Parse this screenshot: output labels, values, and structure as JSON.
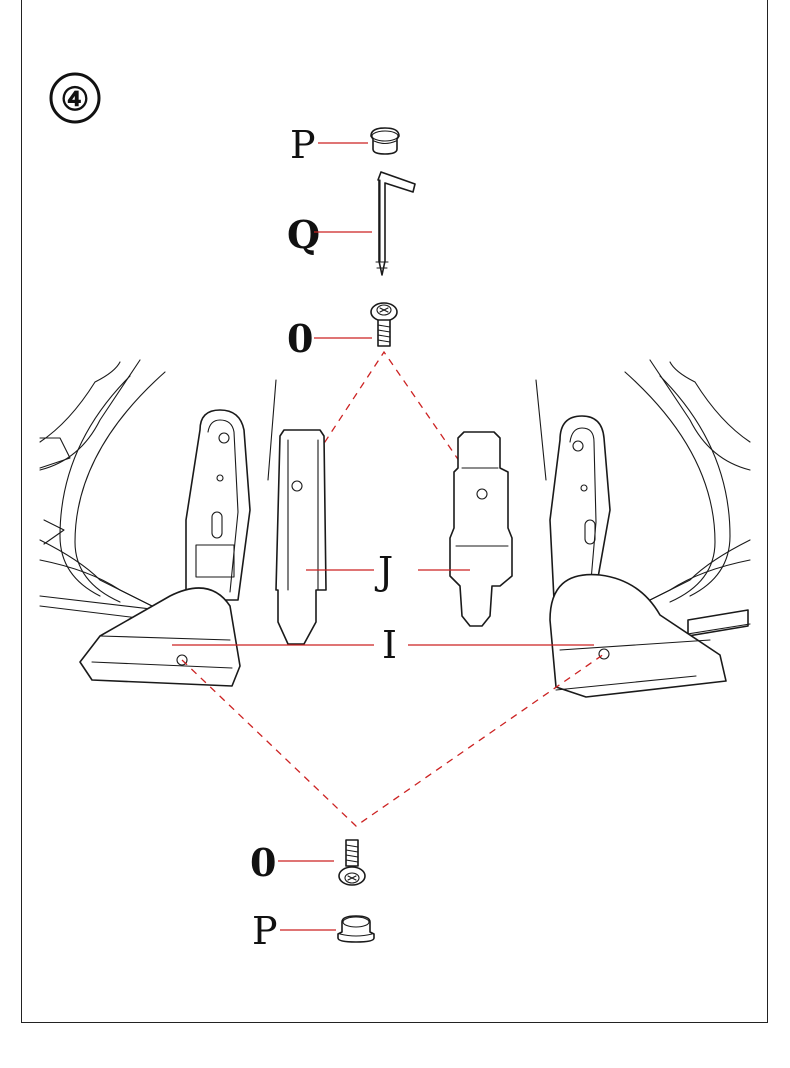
{
  "step": {
    "number": "④"
  },
  "labels": {
    "p_top": "P",
    "q": "Q",
    "o_top": "0",
    "j": "J",
    "i": "I",
    "o_bottom": "0",
    "p_bottom": "P"
  },
  "colors": {
    "ink": "#1a1a1a",
    "guide": "#cc2222"
  },
  "icons": [
    "cap-plug-icon",
    "allen-key-icon",
    "screw-icon",
    "armrest-bracket",
    "armrest-cover",
    "armrest-base"
  ]
}
